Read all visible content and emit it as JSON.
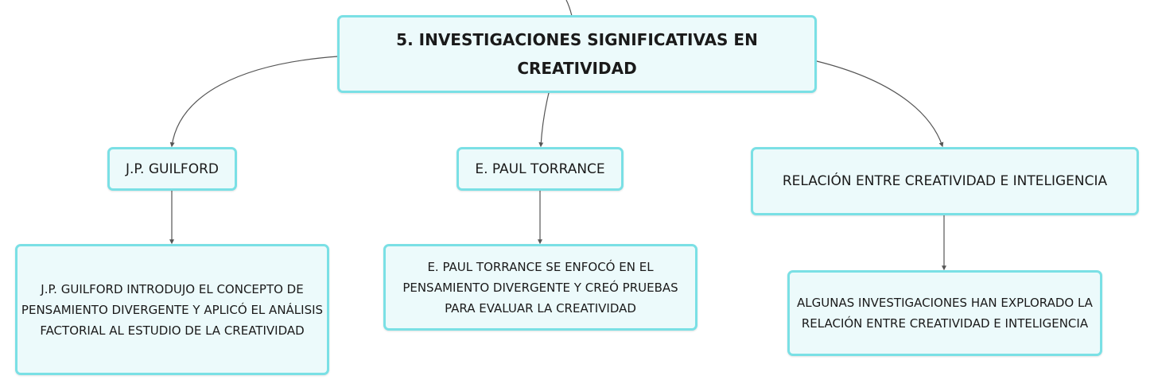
{
  "colors": {
    "node_border": "#7ae0e5",
    "node_fill": "#ecfafb",
    "connector": "#555555"
  },
  "mindmap": {
    "root": {
      "label": "5. INVESTIGACIONES SIGNIFICATIVAS EN CREATIVIDAD"
    },
    "branches": [
      {
        "label": "J.P. GUILFORD",
        "detail": "J.P. GUILFORD INTRODUJO EL CONCEPTO DE PENSAMIENTO DIVERGENTE Y APLICÓ EL ANÁLISIS FACTORIAL AL ESTUDIO DE LA CREATIVIDAD"
      },
      {
        "label": "E. PAUL TORRANCE",
        "detail": "E. PAUL TORRANCE SE ENFOCÓ EN EL PENSAMIENTO DIVERGENTE Y CREÓ PRUEBAS PARA EVALUAR LA CREATIVIDAD"
      },
      {
        "label": "RELACIÓN ENTRE CREATIVIDAD E INTELIGENCIA",
        "detail": "ALGUNAS INVESTIGACIONES HAN EXPLORADO LA RELACIÓN ENTRE CREATIVIDAD E INTELIGENCIA"
      }
    ]
  }
}
